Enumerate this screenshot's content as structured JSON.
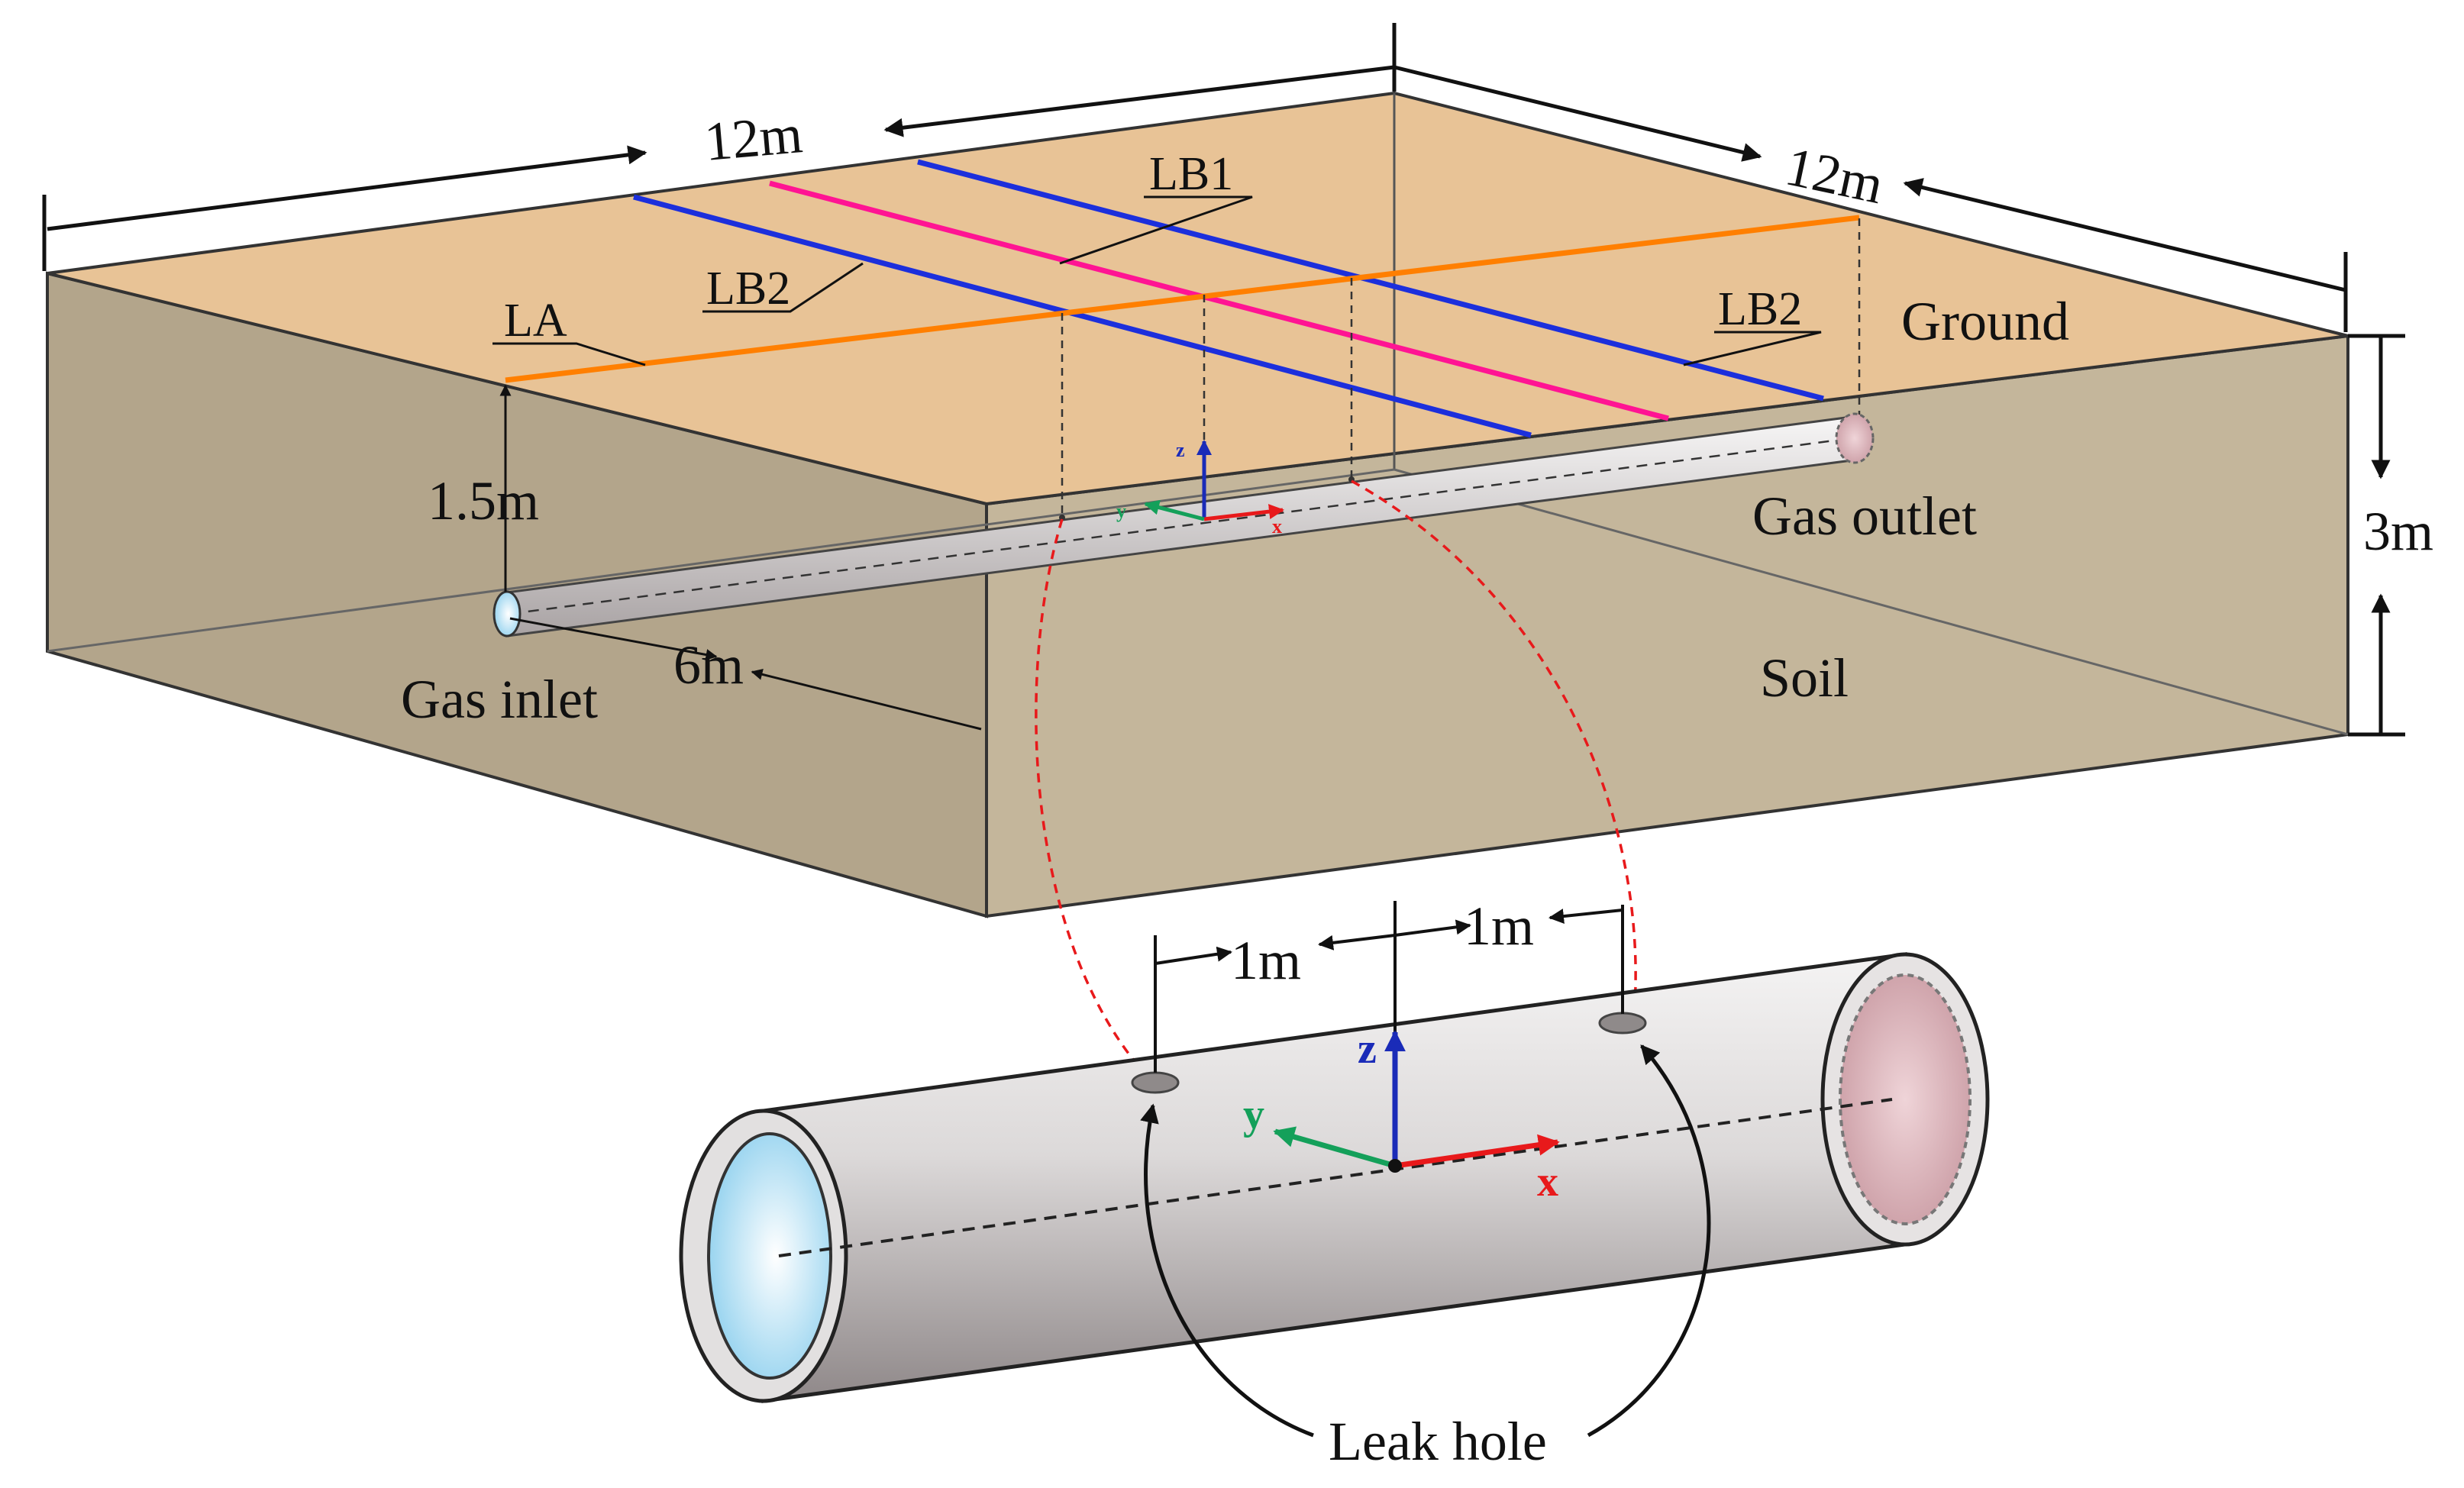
{
  "labels": {
    "dim_length": "12m",
    "dim_width": "12m",
    "dim_height": "3m",
    "dim_depth": "1.5m",
    "dim_offset": "6m",
    "ground": "Ground",
    "soil": "Soil",
    "gas_inlet": "Gas inlet",
    "gas_outlet": "Gas outlet",
    "line_la": "LA",
    "line_lb1": "LB1",
    "line_lb2_left": "LB2",
    "line_lb2_right": "LB2",
    "spacing_left": "1m",
    "spacing_right": "1m",
    "leak_hole": "Leak hole",
    "axis_x": "x",
    "axis_y": "y",
    "axis_z": "z"
  },
  "colors": {
    "ground_surface": "#e8c396",
    "soil_left_face": "#b3a58b",
    "soil_front_face": "#c4b69b",
    "line_la": "#ff7f00",
    "line_lb1": "#ff1493",
    "line_lb2": "#1c2fdc",
    "axis_x": "#e8191b",
    "axis_y": "#14a05a",
    "axis_z": "#1a2bb8",
    "leak_link": "#e8191b"
  }
}
